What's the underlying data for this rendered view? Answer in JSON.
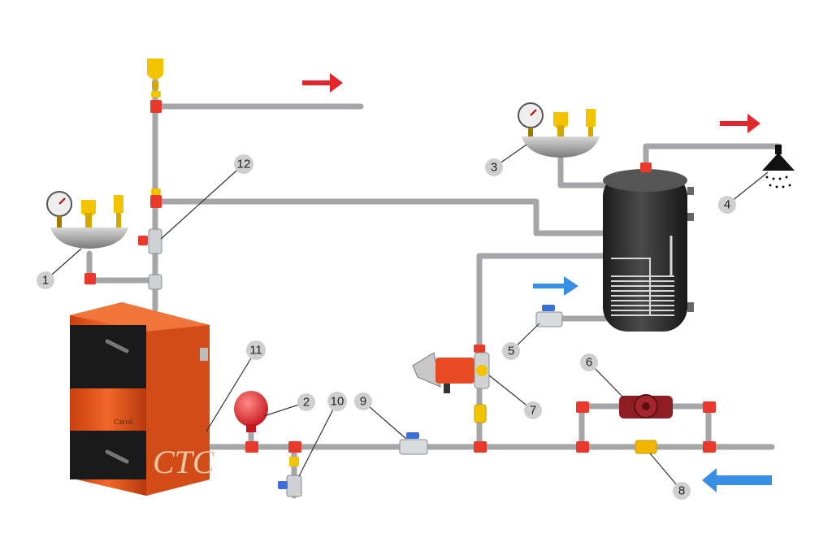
{
  "diagram": {
    "callouts": [
      {
        "id": "1",
        "text": "1"
      },
      {
        "id": "2",
        "text": "2"
      },
      {
        "id": "3",
        "text": "3"
      },
      {
        "id": "4",
        "text": "4"
      },
      {
        "id": "5",
        "text": "5"
      },
      {
        "id": "6",
        "text": "6"
      },
      {
        "id": "7",
        "text": "7"
      },
      {
        "id": "8",
        "text": "8"
      },
      {
        "id": "9",
        "text": "9"
      },
      {
        "id": "10",
        "text": "10"
      },
      {
        "id": "11",
        "text": "11"
      },
      {
        "id": "12",
        "text": "12"
      }
    ],
    "boiler": {
      "brand": "CTC",
      "plate": "Canal"
    },
    "arrows": {
      "hot": "#e3262b",
      "cold": "#3a8ee6"
    },
    "colors": {
      "pipe": "#a4a6a8",
      "fitting": "#e8392b",
      "brass": "#f2c400",
      "boiler": "#e8541e",
      "tank": "#2e2e2e",
      "pump": "#8f1d24"
    }
  }
}
